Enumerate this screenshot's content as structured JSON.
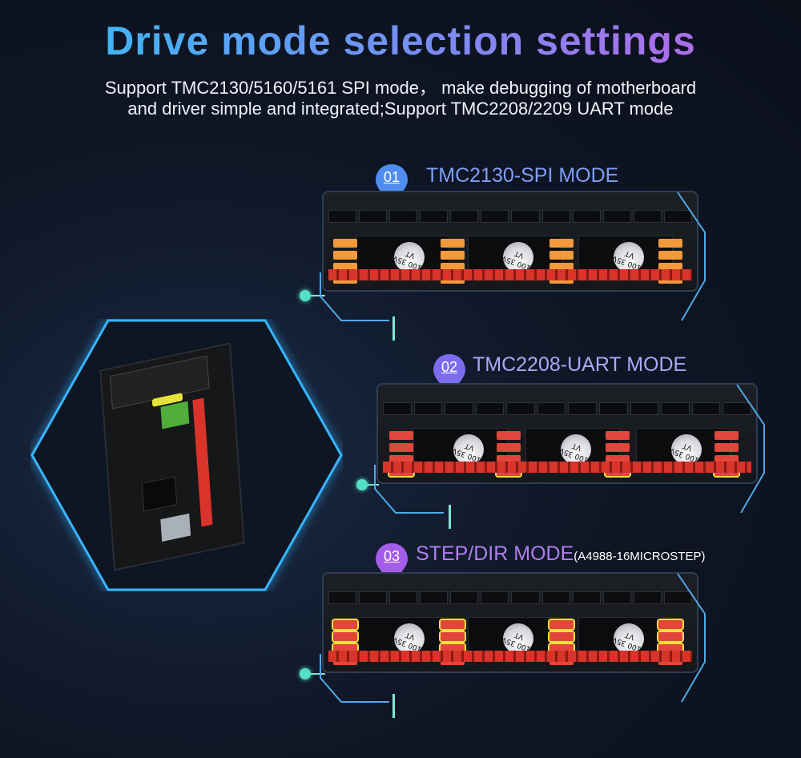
{
  "header": {
    "title": "Drive mode selection settings",
    "subtitle_line1": "Support TMC2130/5160/5161 SPI mode， make debugging of motherboard",
    "subtitle_line2": "and driver simple and integrated;Support TMC2208/2209 UART mode"
  },
  "modes": [
    {
      "number": "01",
      "label": "TMC2130-SPI MODE",
      "note": "",
      "pin_color": "#4f8ef0",
      "label_color": "#7e9ff7"
    },
    {
      "number": "02",
      "label": "TMC2208-UART MODE",
      "note": "",
      "pin_color": "#7d6cee",
      "label_color": "#a8a9f7"
    },
    {
      "number": "03",
      "label": "STEP/DIR MODE",
      "note": "(A4988-16MICROSTEP)",
      "pin_color": "#a45cea",
      "label_color": "#b07ff1"
    }
  ],
  "boards": {
    "capacitor_text": "100 35V VT",
    "jumper_colors": {
      "orange": "#f29a3a",
      "red": "#e2463a",
      "highlight": "#f0e040"
    }
  },
  "colors": {
    "accent_cyan": "#54e0c4",
    "glow_blue": "#2aa9ff",
    "background": "#0f1626"
  }
}
